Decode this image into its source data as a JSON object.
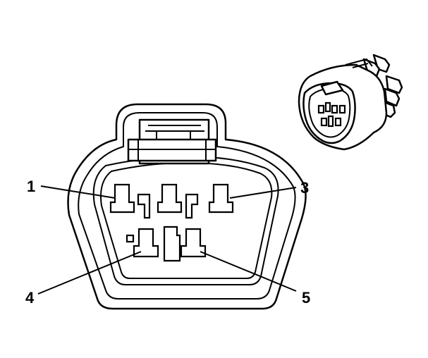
{
  "diagram": {
    "pin_labels": [
      {
        "id": "pin-1",
        "text": "1"
      },
      {
        "id": "pin-3",
        "text": "3"
      },
      {
        "id": "pin-4",
        "text": "4"
      },
      {
        "id": "pin-5",
        "text": "5"
      }
    ]
  }
}
